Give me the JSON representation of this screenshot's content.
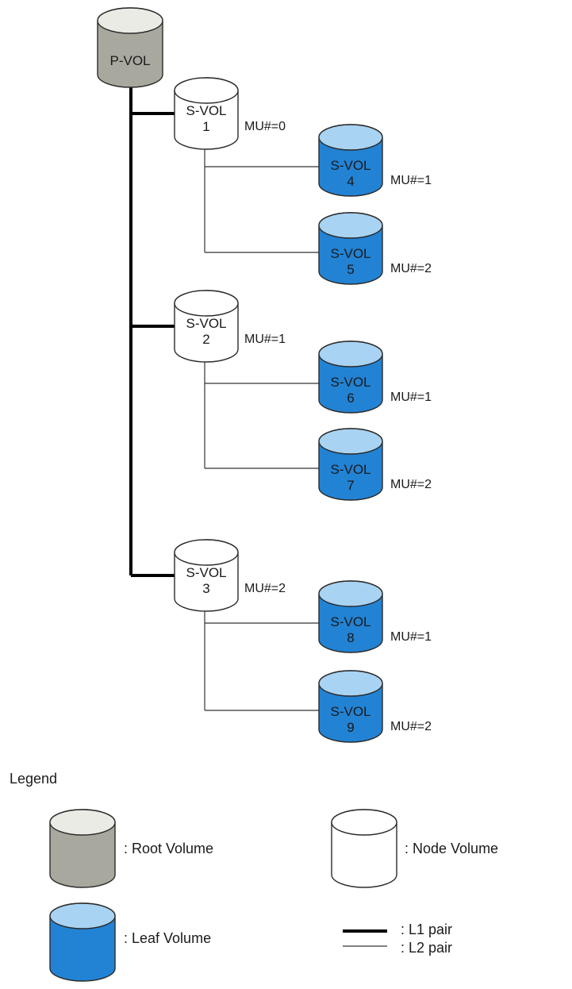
{
  "diagram": {
    "root": {
      "id": "pvol",
      "label": "P-VOL",
      "type": "root"
    },
    "nodes": [
      {
        "id": "svol1",
        "label_line1": "S-VOL",
        "label_line2": "1",
        "type": "node",
        "mu": "MU#=0",
        "leaves": [
          {
            "id": "svol4",
            "label_line1": "S-VOL",
            "label_line2": "4",
            "type": "leaf",
            "mu": "MU#=1"
          },
          {
            "id": "svol5",
            "label_line1": "S-VOL",
            "label_line2": "5",
            "type": "leaf",
            "mu": "MU#=2"
          }
        ]
      },
      {
        "id": "svol2",
        "label_line1": "S-VOL",
        "label_line2": "2",
        "type": "node",
        "mu": "MU#=1",
        "leaves": [
          {
            "id": "svol6",
            "label_line1": "S-VOL",
            "label_line2": "6",
            "type": "leaf",
            "mu": "MU#=1"
          },
          {
            "id": "svol7",
            "label_line1": "S-VOL",
            "label_line2": "7",
            "type": "leaf",
            "mu": "MU#=2"
          }
        ]
      },
      {
        "id": "svol3",
        "label_line1": "S-VOL",
        "label_line2": "3",
        "type": "node",
        "mu": "MU#=2",
        "leaves": [
          {
            "id": "svol8",
            "label_line1": "S-VOL",
            "label_line2": "8",
            "type": "leaf",
            "mu": "MU#=1"
          },
          {
            "id": "svol9",
            "label_line1": "S-VOL",
            "label_line2": "9",
            "type": "leaf",
            "mu": "MU#=2"
          }
        ]
      }
    ],
    "edges": {
      "l1": [
        "pvol-svol1",
        "pvol-svol2",
        "pvol-svol3"
      ],
      "l2": [
        "svol1-svol4",
        "svol1-svol5",
        "svol2-svol6",
        "svol2-svol7",
        "svol3-svol8",
        "svol3-svol9"
      ]
    }
  },
  "legend": {
    "title": "Legend",
    "items": {
      "root": ": Root Volume",
      "node": ": Node Volume",
      "leaf": ": Leaf Volume",
      "l1": ": L1 pair",
      "l2": ": L2 pair"
    }
  },
  "colors": {
    "root_body": "#a8a89e",
    "root_top": "#ebebe5",
    "node_body": "#ffffff",
    "node_top": "#ffffff",
    "leaf_body": "#2283d4",
    "leaf_top": "#a9d3f2",
    "stroke": "#2b2b2b"
  }
}
